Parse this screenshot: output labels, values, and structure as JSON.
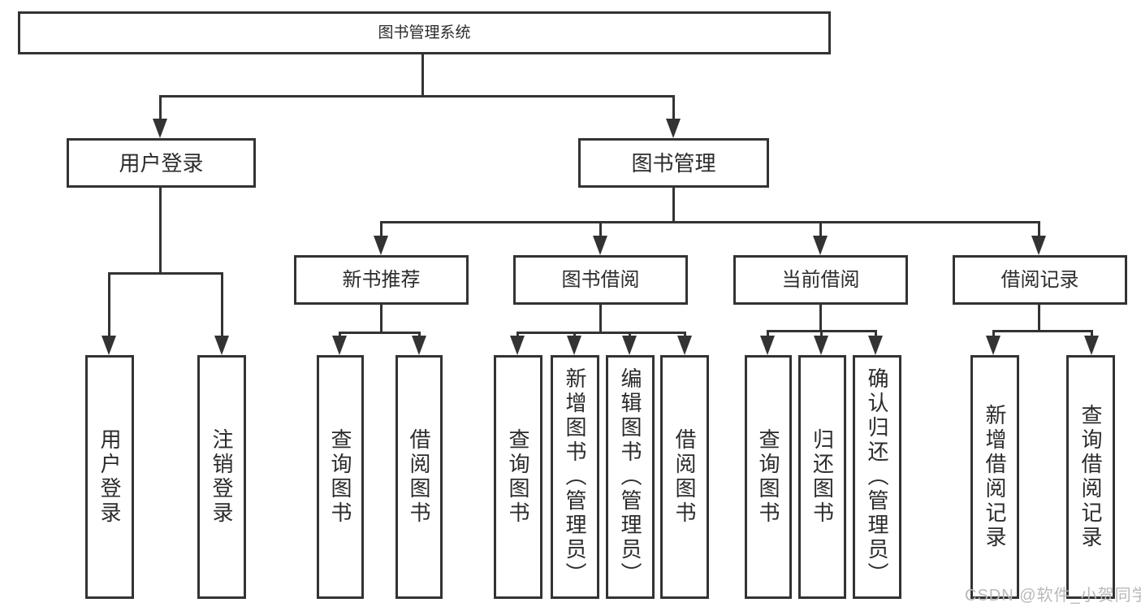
{
  "diagram": {
    "root": {
      "label": "图书管理系统"
    },
    "level2": [
      {
        "label": "用户登录"
      },
      {
        "label": "图书管理"
      }
    ],
    "level3": [
      {
        "label": "新书推荐"
      },
      {
        "label": "图书借阅"
      },
      {
        "label": "当前借阅"
      },
      {
        "label": "借阅记录"
      }
    ],
    "leaves": {
      "user_login": [
        {
          "label": "用户登录"
        },
        {
          "label": "注销登录"
        }
      ],
      "new_rec": [
        {
          "label": "查询图书"
        },
        {
          "label": "借阅图书"
        }
      ],
      "borrow": [
        {
          "label": "查询图书"
        },
        {
          "label": "新增图书（管理员）"
        },
        {
          "label": "编辑图书（管理员）"
        },
        {
          "label": "借阅图书"
        }
      ],
      "current": [
        {
          "label": "查询图书"
        },
        {
          "label": "归还图书"
        },
        {
          "label": "确认归还（管理员）"
        }
      ],
      "records": [
        {
          "label": "新增借阅记录"
        },
        {
          "label": "查询借阅记录"
        }
      ]
    }
  },
  "watermark": {
    "text": "CSDN @软件_小贺同学"
  },
  "colors": {
    "line": "#333333",
    "text": "#2b2b2b",
    "background": "#ffffff",
    "watermark": "#b9b9b9"
  }
}
